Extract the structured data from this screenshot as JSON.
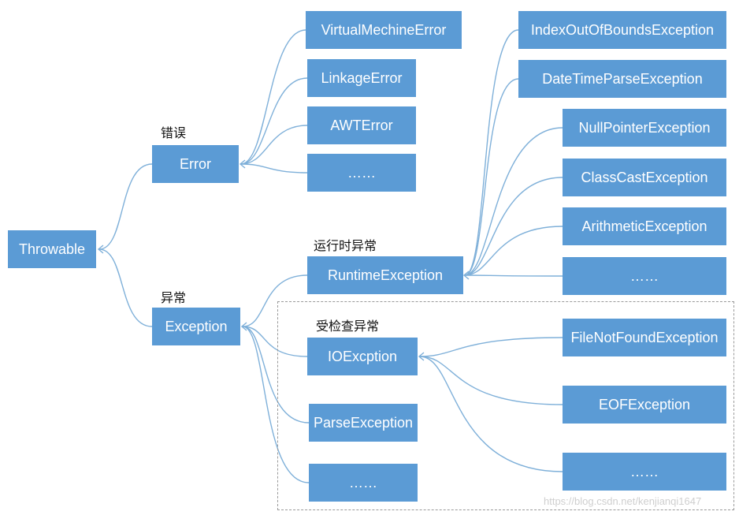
{
  "nodes": {
    "throwable": "Throwable",
    "error": "Error",
    "exception": "Exception",
    "virtual_machine_error": "VirtualMechineError",
    "linkage_error": "LinkageError",
    "awt_error": "AWTError",
    "error_more": "……",
    "runtime_exception": "RuntimeException",
    "io_exception": "IOExcption",
    "parse_exception": "ParseException",
    "exception_more": "……",
    "index_out_of_bounds": "IndexOutOfBoundsException",
    "date_time_parse": "DateTimeParseException",
    "null_pointer": "NullPointerException",
    "class_cast": "ClassCastException",
    "arithmetic": "ArithmeticException",
    "runtime_more": "……",
    "file_not_found": "FileNotFoundException",
    "eof": "EOFException",
    "io_more": "……"
  },
  "labels": {
    "error_cn": "错误",
    "exception_cn": "异常",
    "runtime_cn": "运行时异常",
    "checked_cn": "受检查异常"
  },
  "watermark": "https://blog.csdn.net/kenjianqi1647",
  "colors": {
    "node_fill": "#5b9bd5",
    "connector": "#7fb0d9",
    "dashed_border": "#9a9a9a"
  }
}
